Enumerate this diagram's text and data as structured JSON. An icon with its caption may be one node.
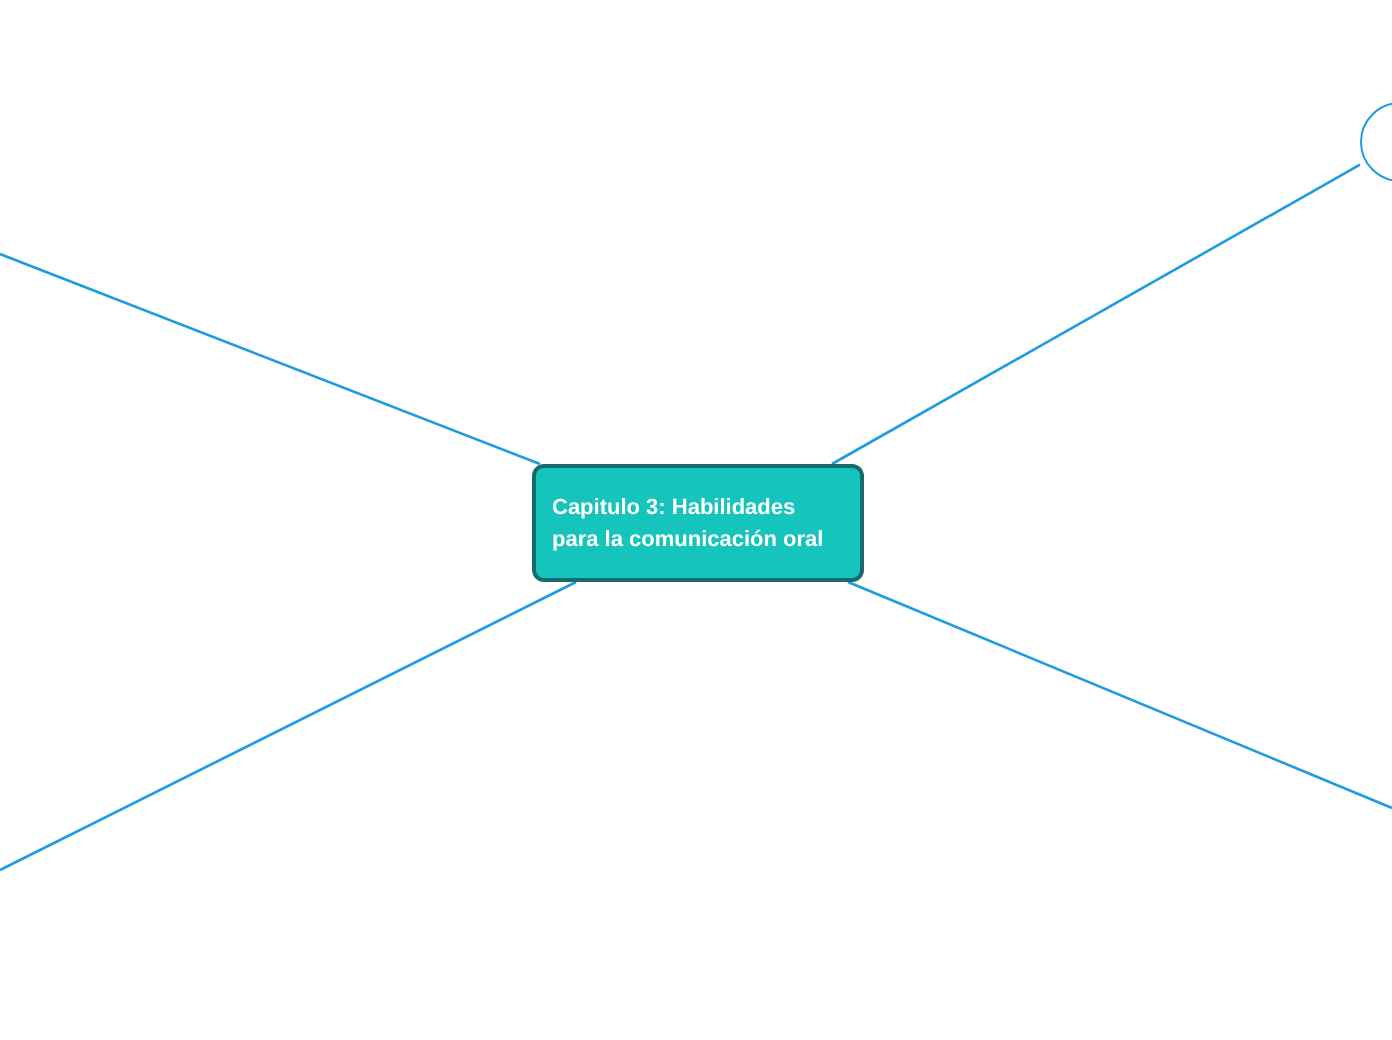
{
  "diagram": {
    "nodes": [
      {
        "text": [
          "Capitulo 3: Habilidades para la comunicación oral"
        ]
      },
      {
        "text": [],
        "shape": "circle"
      }
    ],
    "edges": [
      {
        "from": 0,
        "to": null,
        "arrow": "none"
      },
      {
        "from": 0,
        "to": 1,
        "arrow": "none"
      },
      {
        "from": 0,
        "to": null,
        "arrow": "none"
      },
      {
        "from": 0,
        "to": null,
        "arrow": "none"
      }
    ]
  }
}
